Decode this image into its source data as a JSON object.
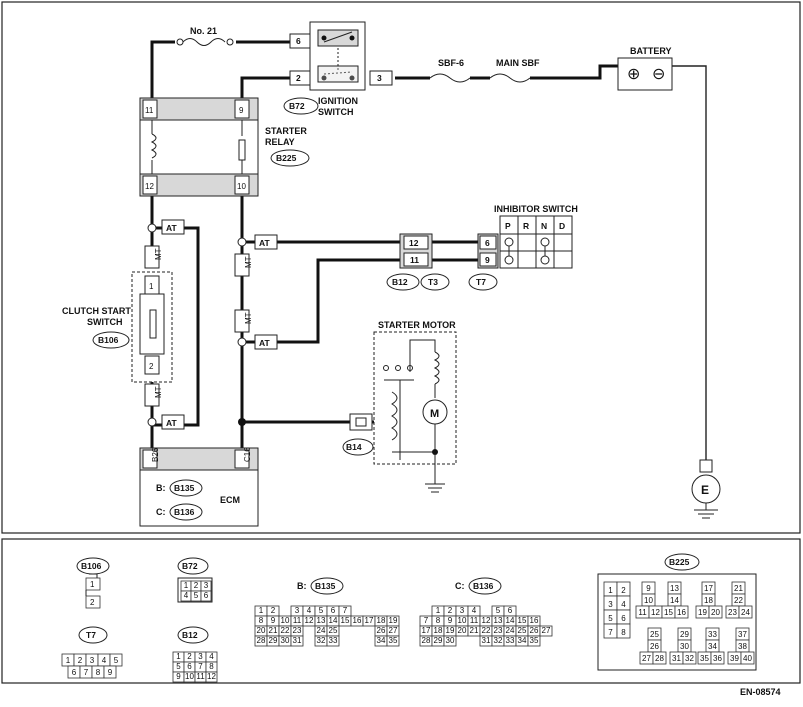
{
  "diagram_id": "EN-08574",
  "fuse": {
    "label": "No. 21"
  },
  "ignition_switch": {
    "label_line1": "IGNITION",
    "label_line2": "SWITCH",
    "connector": "B72",
    "pins": [
      "6",
      "2",
      "3"
    ]
  },
  "fusible_links": {
    "sbf6": "SBF-6",
    "main_sbf": "MAIN SBF"
  },
  "battery": {
    "label": "BATTERY",
    "plus": "⊕",
    "minus": "⊖"
  },
  "starter_relay": {
    "label_line1": "STARTER",
    "label_line2": "RELAY",
    "connector": "B225",
    "pins": [
      "11",
      "9",
      "12",
      "10"
    ]
  },
  "inhibitor_switch": {
    "label": "INHIBITOR SWITCH",
    "positions": [
      "P",
      "R",
      "N",
      "D"
    ],
    "pins_switch": [
      "6",
      "9"
    ],
    "pins_harness": [
      "12",
      "11"
    ],
    "connectors": [
      "B12",
      "T3",
      "T7"
    ]
  },
  "clutch_start_switch": {
    "label_line1": "CLUTCH START",
    "label_line2": "SWITCH",
    "connector": "B106",
    "pins": [
      "1",
      "2"
    ]
  },
  "tags": {
    "at": "AT",
    "mt": "MT"
  },
  "starter_motor": {
    "label": "STARTER MOTOR",
    "connector": "B14",
    "motor": "M"
  },
  "ecm": {
    "label": "ECM",
    "conn_b": "B:",
    "conn_b_id": "B135",
    "conn_c": "C:",
    "conn_c_id": "B136",
    "pin_b": "B26",
    "pin_c": "C16"
  },
  "ground": {
    "label": "E"
  },
  "connector_views": {
    "b106": {
      "id": "B106",
      "pins": [
        "1",
        "2"
      ]
    },
    "b72": {
      "id": "B72",
      "pins": [
        "1",
        "2",
        "3",
        "4",
        "5",
        "6"
      ]
    },
    "t7": {
      "id": "T7",
      "pins": [
        "1",
        "2",
        "3",
        "4",
        "5",
        "6",
        "7",
        "8",
        "9"
      ]
    },
    "b12": {
      "id": "B12",
      "pins": [
        "1",
        "2",
        "3",
        "4",
        "5",
        "6",
        "7",
        "8",
        "9",
        "10",
        "11",
        "12"
      ]
    },
    "b135": {
      "prefix": "B:",
      "id": "B135",
      "row1": [
        "1",
        "2",
        "",
        "3",
        "4",
        "5",
        "6",
        "7"
      ],
      "row2": [
        "8",
        "9",
        "10",
        "11",
        "12",
        "13",
        "14",
        "15",
        "16",
        "17",
        "18",
        "19"
      ],
      "row3": [
        "20",
        "21",
        "22",
        "23",
        "",
        "24",
        "25",
        "",
        "",
        "",
        "26",
        "27"
      ],
      "row4": [
        "28",
        "29",
        "30",
        "31",
        "",
        "32",
        "33",
        "",
        "",
        "",
        "34",
        "35"
      ]
    },
    "b136": {
      "prefix": "C:",
      "id": "B136",
      "row1": [
        "",
        "1",
        "2",
        "3",
        "4",
        "",
        "5",
        "6"
      ],
      "row2": [
        "7",
        "8",
        "9",
        "10",
        "11",
        "12",
        "13",
        "14",
        "15",
        "16"
      ],
      "row3": [
        "17",
        "18",
        "19",
        "20",
        "21",
        "22",
        "23",
        "24",
        "25",
        "26",
        "27"
      ],
      "row4": [
        "28",
        "29",
        "30",
        "",
        "",
        "31",
        "32",
        "33",
        "34",
        "35"
      ]
    },
    "b225": {
      "id": "B225",
      "pins": [
        "1",
        "2",
        "3",
        "4",
        "5",
        "6",
        "7",
        "8",
        "9",
        "10",
        "11",
        "12",
        "13",
        "14",
        "15",
        "16",
        "17",
        "18",
        "19",
        "20",
        "21",
        "22",
        "23",
        "24",
        "25",
        "26",
        "27",
        "28",
        "29",
        "30",
        "31",
        "32",
        "33",
        "34",
        "35",
        "36",
        "37",
        "38",
        "39",
        "40"
      ]
    }
  }
}
